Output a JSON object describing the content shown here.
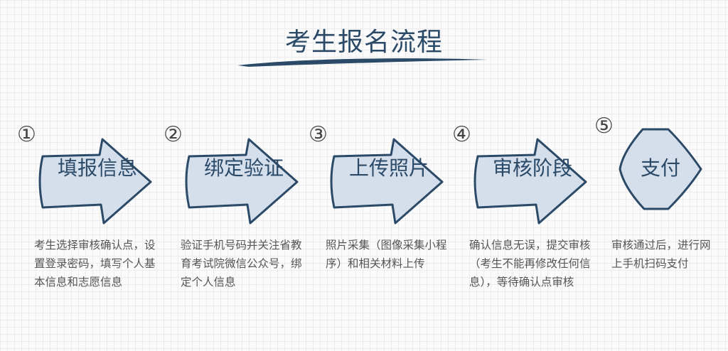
{
  "title": "考生报名流程",
  "colors": {
    "accent": "#2b4a68",
    "arrow_fill": "#d5dfec",
    "text": "#555555"
  },
  "steps": [
    {
      "number": "①",
      "label": "填报信息",
      "description": "考生选择审核确认点，设置登录密码，填写个人基本信息和志愿信息"
    },
    {
      "number": "②",
      "label": "绑定验证",
      "description": "验证手机号码并关注省教育考试院微信公众号，绑定个人信息"
    },
    {
      "number": "③",
      "label": "上传照片",
      "description": "照片采集（图像采集小程序）和相关材料上传"
    },
    {
      "number": "④",
      "label": "审核阶段",
      "description": "确认信息无误，提交审核（考生不能再修改任何信息），等待确认点审核"
    },
    {
      "number": "⑤",
      "label": "支付",
      "description": "审核通过后，进行网上手机扫码支付"
    }
  ]
}
